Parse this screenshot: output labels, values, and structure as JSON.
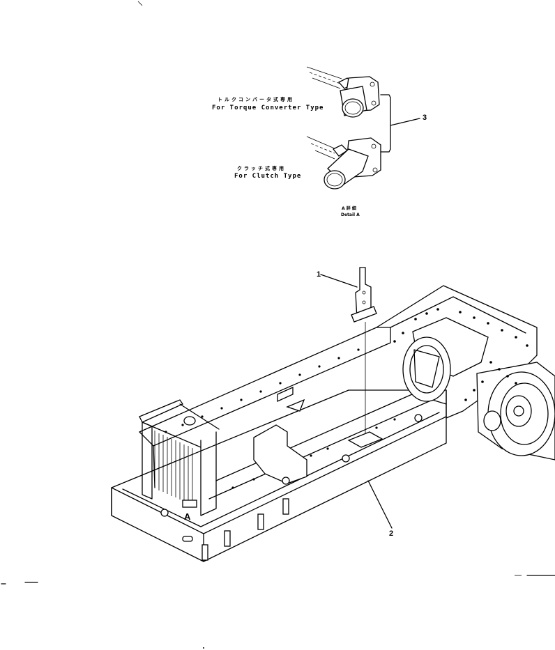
{
  "detail": {
    "torque_jp": "トルクコンバータ式専用",
    "torque_en": "For Torque Converter Type",
    "clutch_jp": "クラッチ式専用",
    "clutch_en": "For Clutch Type",
    "detail_jp": "A 詳 細",
    "detail_en": "Detail A"
  },
  "callouts": {
    "part1": "1",
    "part2": "2",
    "part3": "3",
    "view_a": "A"
  }
}
